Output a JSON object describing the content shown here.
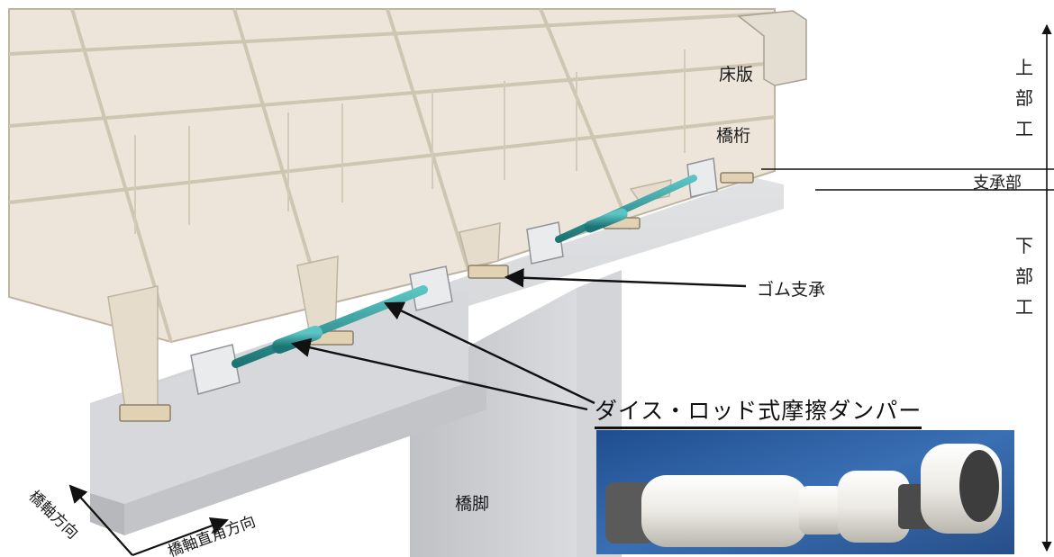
{
  "labels": {
    "deck_slab": "床版",
    "girder": "橋桁",
    "rubber_bearing": "ゴム支承",
    "pier": "橋脚",
    "damper_title": "ダイス・ロッド式摩擦ダンパー",
    "longitudinal_direction": "橋軸方向",
    "transverse_direction": "橋軸直角方向"
  },
  "side_scale": {
    "superstructure": [
      "上",
      "部",
      "工"
    ],
    "bearing": "支承部",
    "substructure": [
      "下",
      "部",
      "工"
    ]
  },
  "colors": {
    "girder_fill": "#ebe3d6",
    "girder_line": "#bfb4a2",
    "concrete": "#cdcfd2",
    "damper_rod": "#2a9a9a",
    "bearing_pad": "#e2d2b4",
    "photo_bg": "#2a5a9c",
    "arrow": "#111111"
  }
}
